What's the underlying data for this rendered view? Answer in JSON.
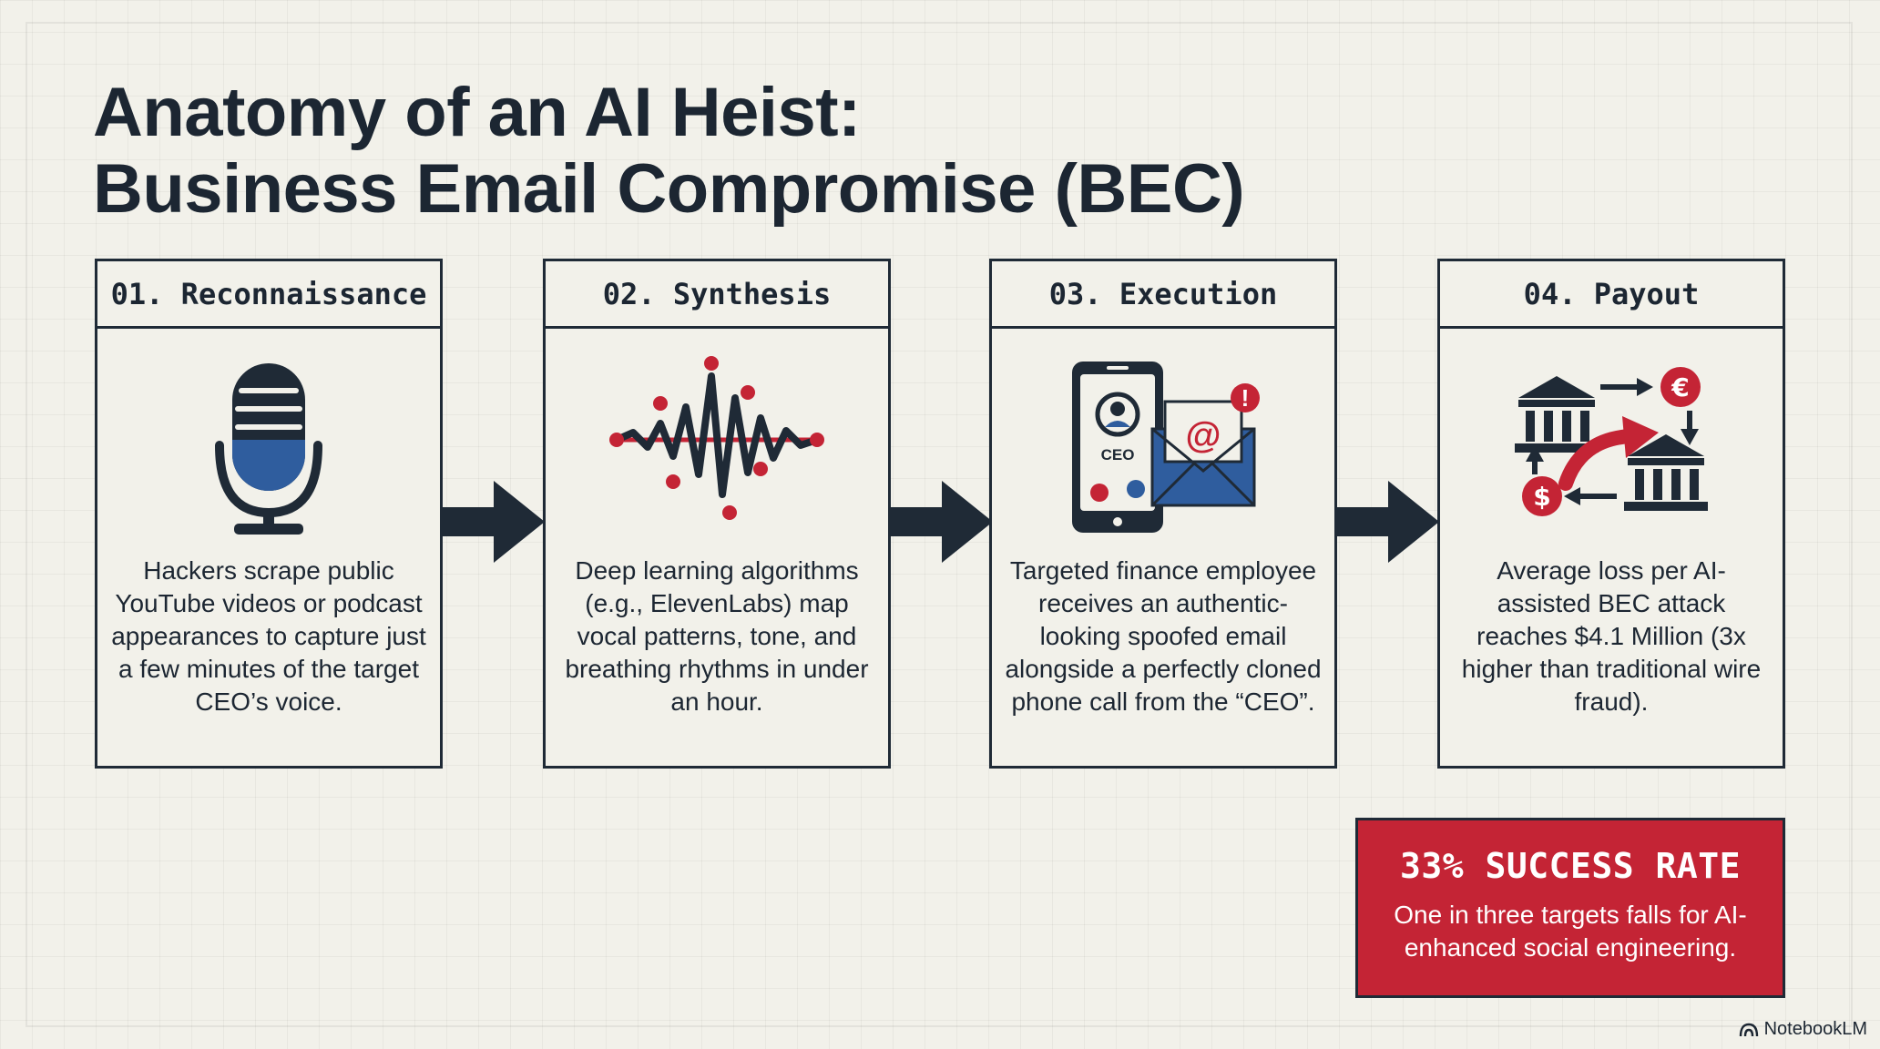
{
  "title": {
    "line1": "Anatomy of an AI Heist:",
    "line2": "Business Email Compromise (BEC)"
  },
  "steps": [
    {
      "header": "01. Reconnaissance",
      "icon": "microphone-icon",
      "text": "Hackers scrape public YouTube videos or podcast appearances to capture just a few minutes of the target CEO’s voice."
    },
    {
      "header": "02. Synthesis",
      "icon": "waveform-icon",
      "text": "Deep learning algorithms (e.g., ElevenLabs) map vocal patterns, tone, and breathing rhythms in under an hour."
    },
    {
      "header": "03. Execution",
      "icon": "phone-email-icon",
      "icon_label": "CEO",
      "text": "Targeted finance employee receives an authentic-looking spoofed email alongside a perfectly cloned phone call from the “CEO”."
    },
    {
      "header": "04. Payout",
      "icon": "bank-transfer-icon",
      "text": "Average loss per AI-assisted BEC attack reaches $4.1 Million (3x higher than traditional wire fraud)."
    }
  ],
  "stat": {
    "title": "33% SUCCESS RATE",
    "text": "One in three targets falls for AI-enhanced social engineering."
  },
  "brand": "NotebookLM",
  "colors": {
    "dark": "#1f2a36",
    "red": "#c42435",
    "blue": "#2f5d9e",
    "background": "#f2f1ea"
  }
}
